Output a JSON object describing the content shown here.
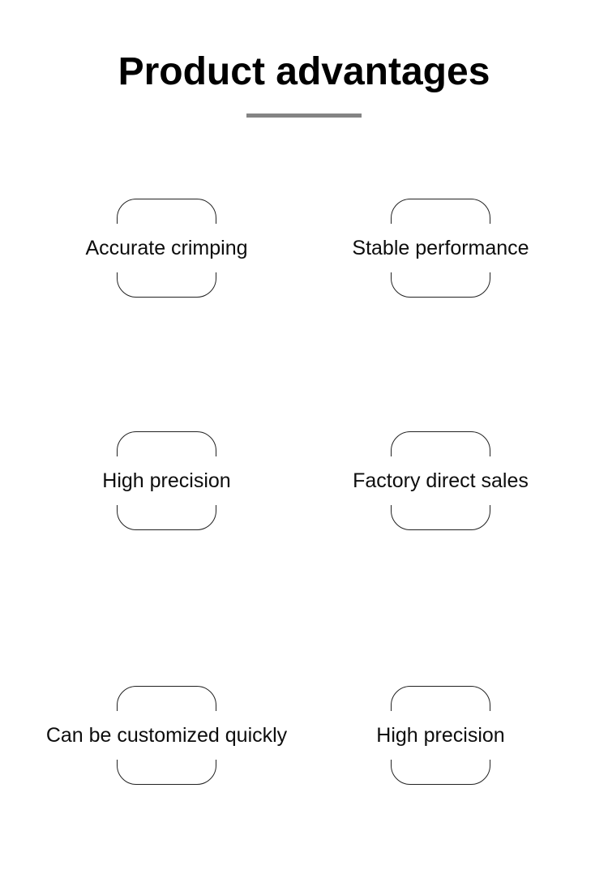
{
  "page": {
    "title": "Product advantages",
    "colors": {
      "background": "#ffffff",
      "title_text": "#000000",
      "divider": "#848484",
      "card_border": "#222222",
      "label_text": "#0d0d0d"
    }
  },
  "advantages": {
    "items": [
      {
        "label": "Accurate crimping"
      },
      {
        "label": "Stable performance"
      },
      {
        "label": "High precision"
      },
      {
        "label": "Factory direct sales"
      },
      {
        "label": "Can be customized quickly"
      },
      {
        "label": "High precision"
      }
    ]
  }
}
